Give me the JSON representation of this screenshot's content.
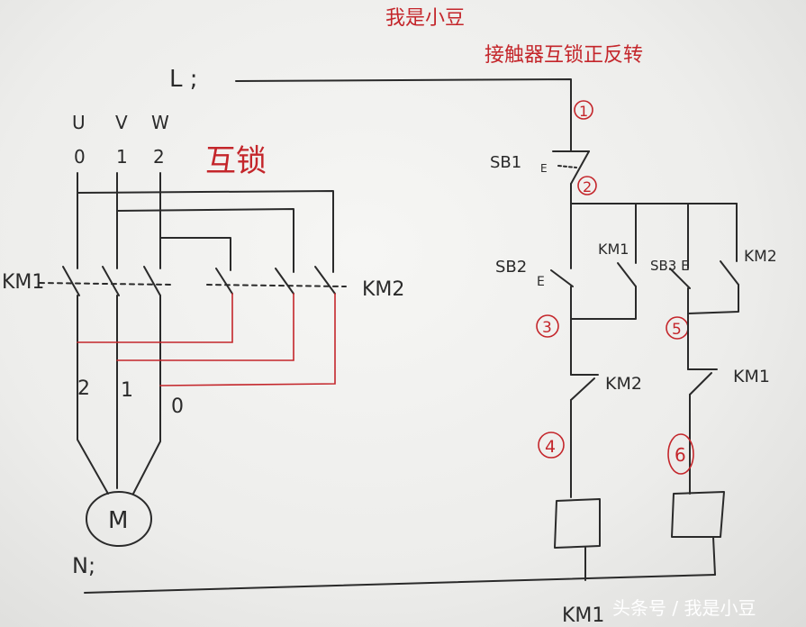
{
  "header": {
    "author": "我是小豆",
    "subtitle": "接触器互锁正反转"
  },
  "power": {
    "line_label": "L ;",
    "neutral_label": "N;"
  },
  "phases": {
    "u": "U",
    "v": "V",
    "w": "W",
    "u_num": "0",
    "v_num": "1",
    "w_num": "2"
  },
  "interlock_label": "互锁",
  "main_circuit": {
    "km1": "KM1",
    "km2": "KM2",
    "bottom_left": "2",
    "bottom_mid": "1",
    "bottom_right": "0",
    "motor": "M"
  },
  "control_circuit": {
    "sb1": "SB1",
    "sb1_mark": "E",
    "sb2": "SB2",
    "sb2_mark": "E",
    "sb3": "SB3 E",
    "km1_aux": "KM1",
    "km2_aux": "KM2",
    "km2_nc": "KM2",
    "km1_nc": "KM1",
    "bottom_label": "KM1",
    "node_1": "1",
    "node_2": "2",
    "node_3": "3",
    "node_4": "4",
    "node_5": "5",
    "node_6": "6"
  },
  "watermark": "头条号 / 我是小豆",
  "colors": {
    "ink": "#2a2a2a",
    "red_ink": "#c4262b"
  }
}
